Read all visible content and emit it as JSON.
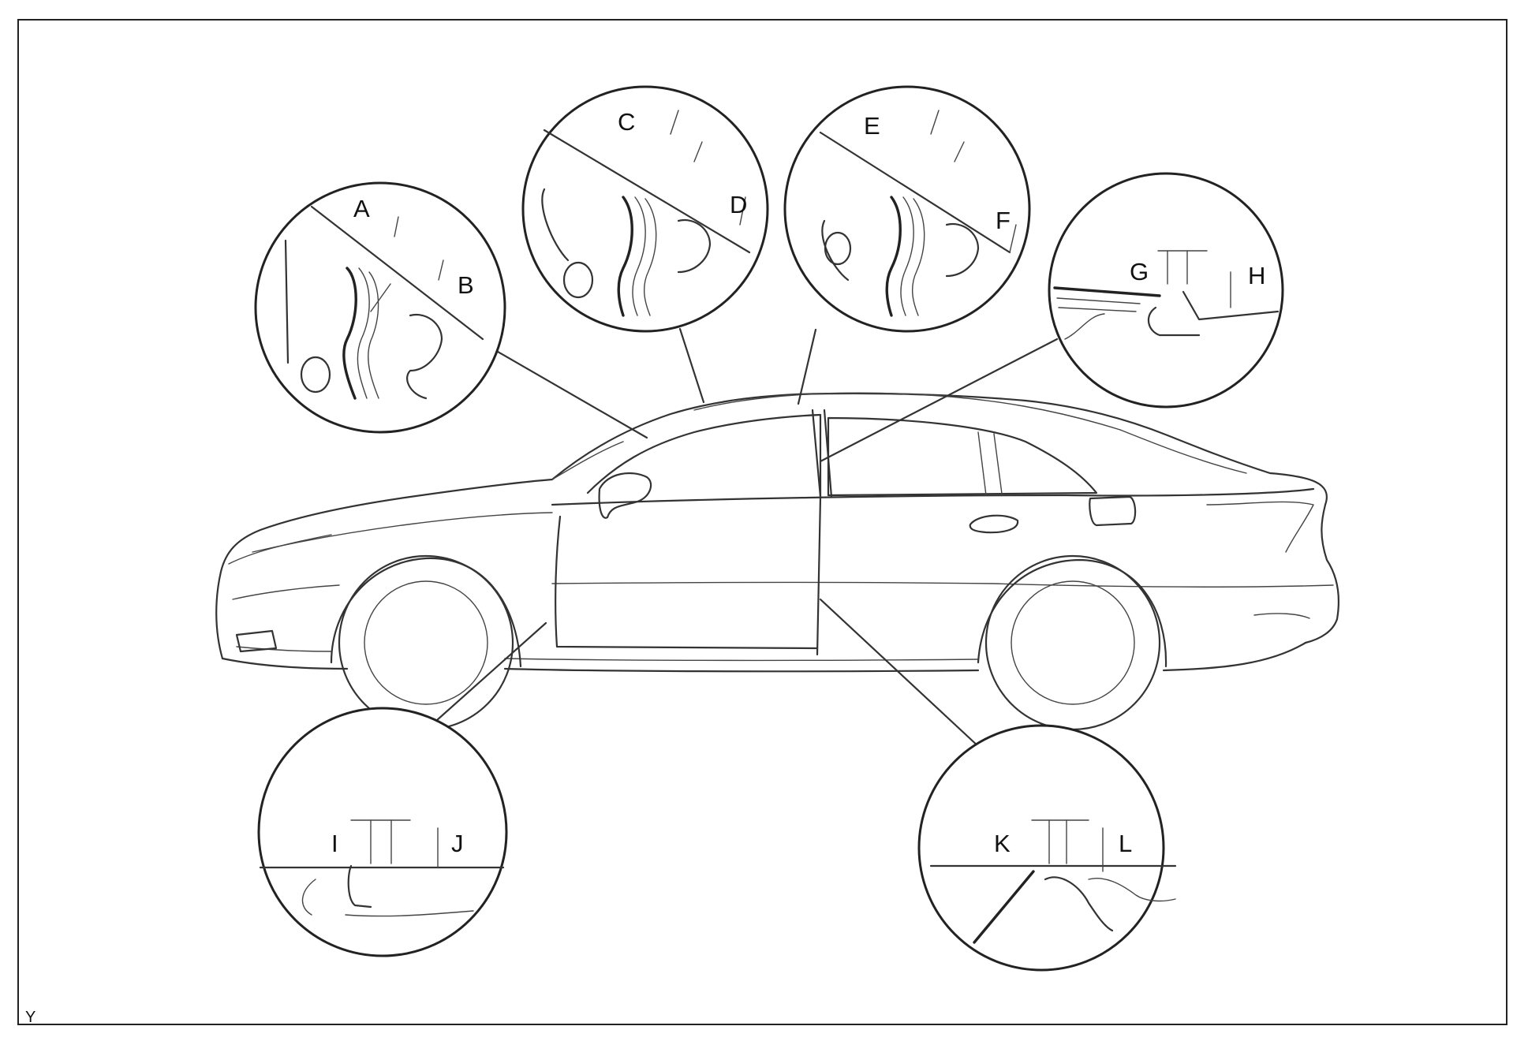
{
  "gap_labels": {
    "a": "A",
    "b": "B",
    "c": "C",
    "d": "D",
    "e": "E",
    "f": "F",
    "g": "G",
    "h": "H",
    "i": "I",
    "j": "J",
    "k": "K",
    "l": "L"
  },
  "figure_code": "Y",
  "colors": {
    "line": "#333333",
    "frame": "#222222",
    "background": "#ffffff"
  }
}
